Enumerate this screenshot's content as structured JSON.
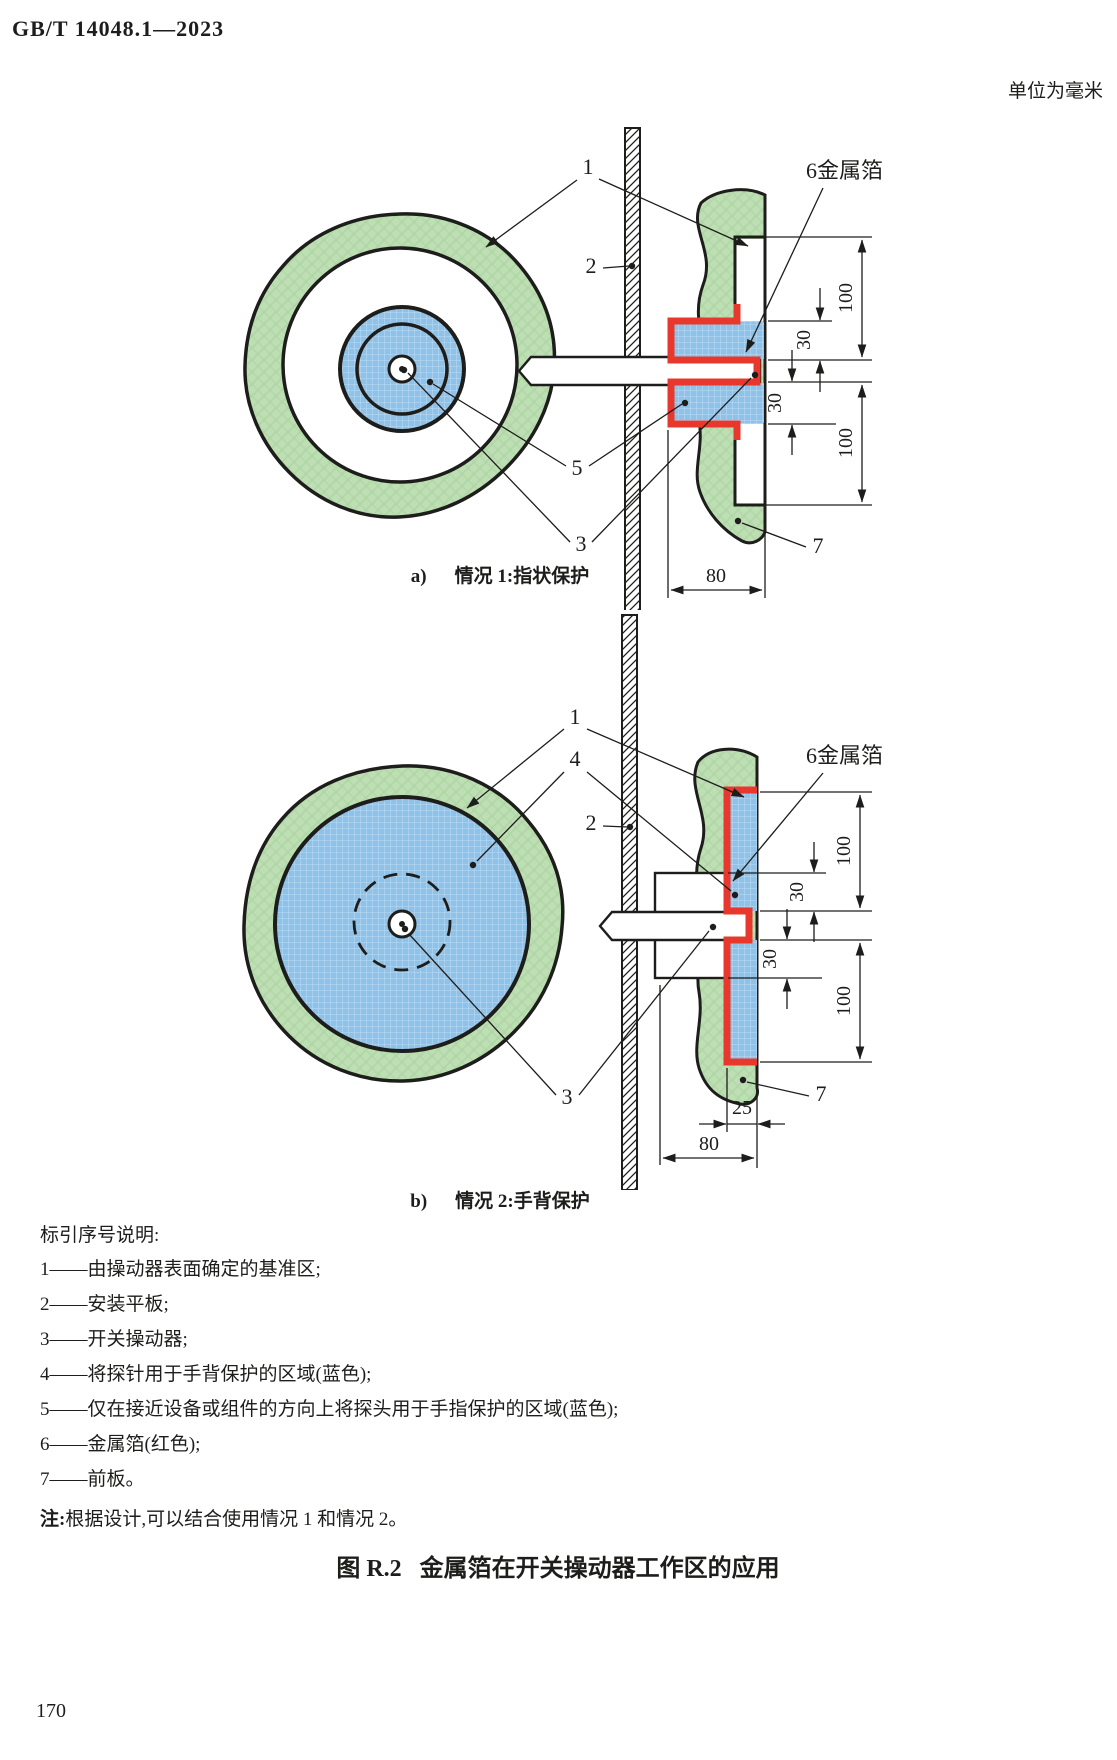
{
  "page": {
    "header": "GB/T 14048.1—2023",
    "units_note": "单位为毫米",
    "page_number": "170"
  },
  "figure": {
    "caption_label": "图 R.2",
    "caption_text": "金属箔在开关操动器工作区的应用",
    "sub_a": {
      "caption_prefix": "a)",
      "caption_text": "情况 1:指状保护",
      "labels": {
        "one": "1",
        "two": "2",
        "three": "3",
        "five": "5",
        "six": "6金属箔",
        "seven": "7"
      },
      "dims": {
        "d100_top": "100",
        "d30_upper": "30",
        "d30_lower": "30",
        "d100_bottom": "100",
        "d80": "80"
      }
    },
    "sub_b": {
      "caption_prefix": "b)",
      "caption_text": "情况 2:手背保护",
      "labels": {
        "one": "1",
        "two": "2",
        "three": "3",
        "four": "4",
        "six": "6金属箔",
        "seven": "7"
      },
      "dims": {
        "d100_top": "100",
        "d30_upper": "30",
        "d30_lower": "30",
        "d100_bottom": "100",
        "d25": "25",
        "d80": "80"
      }
    },
    "legend": {
      "title": "标引序号说明:",
      "items": [
        "1——由操动器表面确定的基准区;",
        "2——安装平板;",
        "3——开关操动器;",
        "4——将探针用于手背保护的区域(蓝色);",
        "5——仅在接近设备或组件的方向上将探头用于手指保护的区域(蓝色);",
        "6——金属箔(红色);",
        "7——前板。"
      ],
      "note_label": "注:",
      "note_text": "根据设计,可以结合使用情况 1 和情况 2。"
    },
    "colors": {
      "foil_red": "#e8382d",
      "zone_blue": "#8ec2e8",
      "panel_green": "#bedfb4"
    }
  }
}
